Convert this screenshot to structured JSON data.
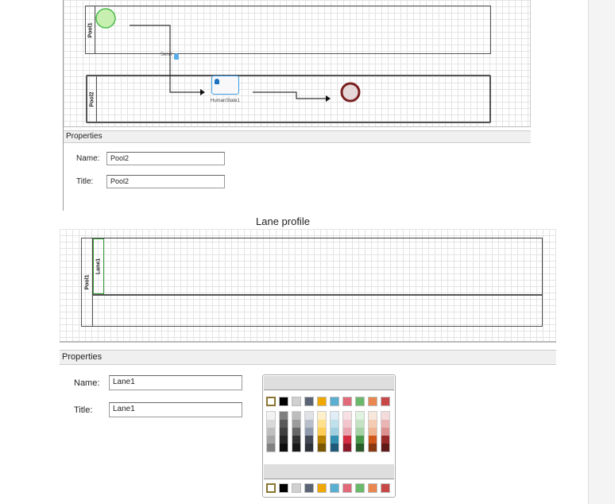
{
  "top_diagram": {
    "pool1": "Pool1",
    "pool2": "Pool2",
    "send_label": "Send",
    "task_label": "HumanState1"
  },
  "top_properties": {
    "header": "Properties",
    "name_label": "Name:",
    "name_value": "Pool2",
    "title_label": "Title:",
    "title_value": "Pool2"
  },
  "caption": "Lane profile",
  "bottom_diagram": {
    "pool1": "Pool1",
    "lane1": "Lane1"
  },
  "bottom_properties": {
    "header": "Properties",
    "name_label": "Name:",
    "name_value": "Lane1",
    "title_label": "Title:",
    "title_value": "Lane1"
  },
  "palette": {
    "base": [
      "#ffffff",
      "#000000",
      "#d0d0d0",
      "#5a6474",
      "#f0a800",
      "#5aaed0",
      "#e06a7a",
      "#6ab86a",
      "#e88850",
      "#c84848"
    ],
    "shades": [
      [
        "#f2f2f2",
        "#d9d9d9",
        "#bfbfbf",
        "#a6a6a6",
        "#808080"
      ],
      [
        "#7f7f7f",
        "#595959",
        "#3f3f3f",
        "#262626",
        "#0d0d0d"
      ],
      [
        "#bdbdbd",
        "#9c9c9c",
        "#676767",
        "#333333",
        "#181818"
      ],
      [
        "#e0e2e6",
        "#b8bec9",
        "#8e9aab",
        "#434a56",
        "#2c313a"
      ],
      [
        "#fff0cc",
        "#ffe08c",
        "#ffcc55",
        "#b88200",
        "#7a5600"
      ],
      [
        "#e0ecf6",
        "#c0e0ec",
        "#a0d0e0",
        "#3390b0",
        "#205a78"
      ],
      [
        "#f6e0e4",
        "#f2c4cc",
        "#eaa4b0",
        "#d42c40",
        "#8a1a2a"
      ],
      [
        "#e0f2e0",
        "#c4e2c4",
        "#a4d2a4",
        "#489848",
        "#2a5c2a"
      ],
      [
        "#f8e8dc",
        "#f4ccb4",
        "#f0b490",
        "#d05818",
        "#8a3810"
      ],
      [
        "#f4dcdc",
        "#e8b4b4",
        "#dc9090",
        "#982a2a",
        "#601a1a"
      ]
    ],
    "selected": "#ffffff"
  }
}
